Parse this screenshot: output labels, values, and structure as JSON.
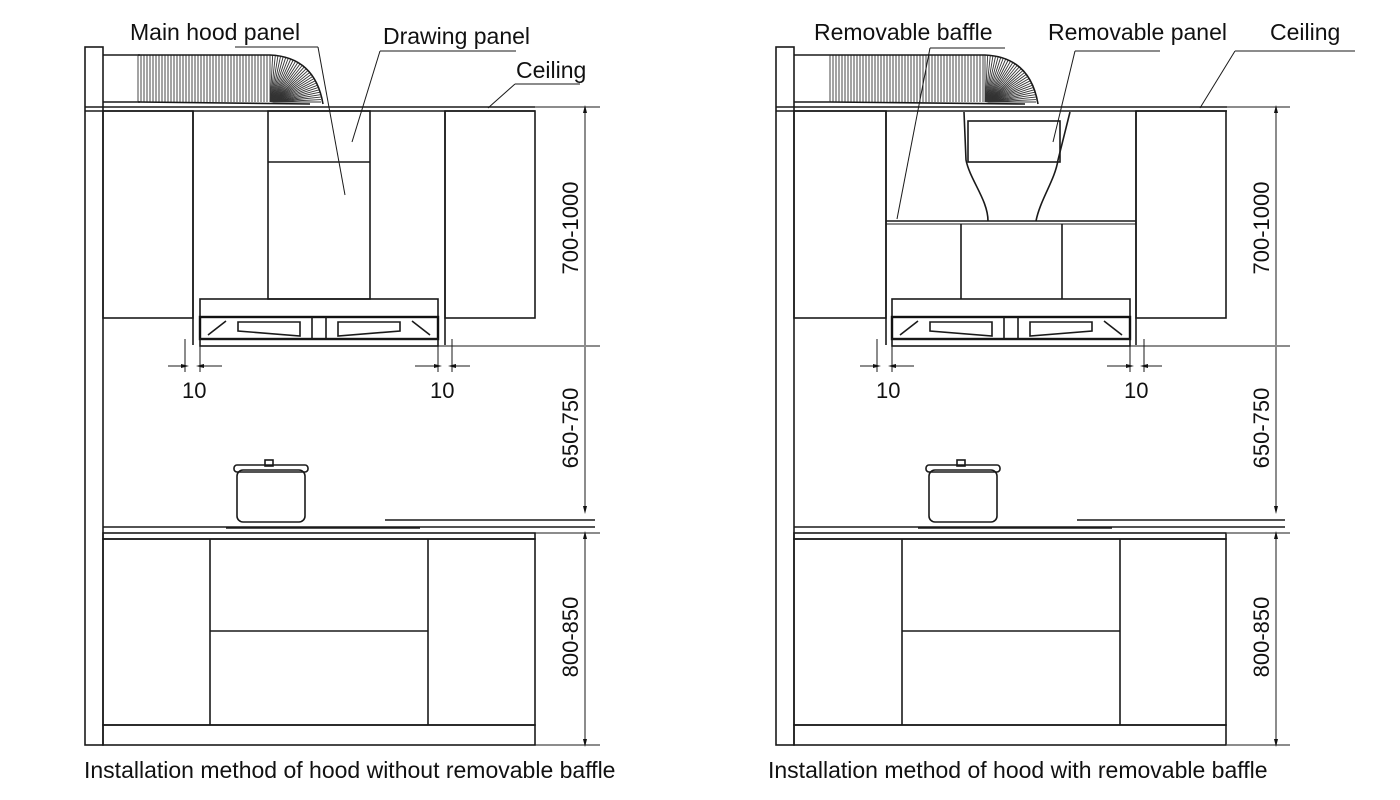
{
  "diagrams": [
    {
      "id": "left",
      "caption": "Installation method of hood without removable baffle",
      "labels": {
        "main_hood_panel": "Main hood panel",
        "drawing_panel": "Drawing panel",
        "ceiling": "Ceiling"
      },
      "dimensions": {
        "upper": "700-1000",
        "middle": "650-750",
        "lower": "800-850",
        "gap_left": "10",
        "gap_right": "10"
      }
    },
    {
      "id": "right",
      "caption": "Installation method of hood with removable baffle",
      "labels": {
        "removable_baffle": "Removable baffle",
        "removable_panel": "Removable panel",
        "ceiling": "Ceiling"
      },
      "dimensions": {
        "upper": "700-1000",
        "middle": "650-750",
        "lower": "800-850",
        "gap_left": "10",
        "gap_right": "10"
      }
    }
  ]
}
